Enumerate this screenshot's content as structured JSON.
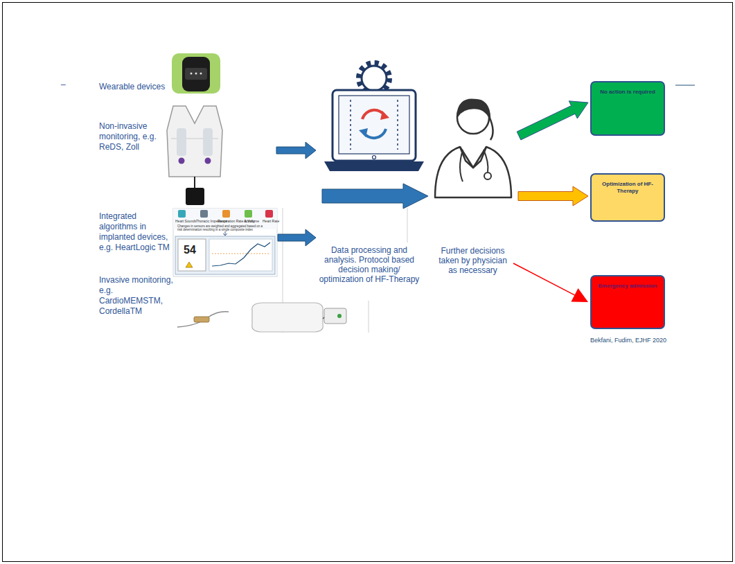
{
  "diagram": {
    "nodes": [
      {
        "text": [
          "Wearable devices"
        ]
      },
      {
        "text": [
          "Non-invasive monitoring, e.g. ReDS, Zoll"
        ]
      },
      {
        "text": [
          "Integrated algorithms in implanted devices, e.g. HeartLogic TM"
        ]
      },
      {
        "text": [
          "Invasive monitoring, e.g. CardioMEMSTM, CordellaTM"
        ]
      },
      {
        "text": [
          "Data processing and analysis. Protocol based decision making/ optimization of HF-Therapy"
        ]
      },
      {
        "text": [
          "Further decisions taken by physician as necessary"
        ]
      },
      {
        "text": [
          "No action is required"
        ]
      },
      {
        "text": [
          "Optimization of HF-Therapy"
        ]
      },
      {
        "text": [
          "Emergency admission"
        ]
      }
    ],
    "edges": [
      {
        "from": 1,
        "to": 4,
        "arrow": "to"
      },
      {
        "from": 2,
        "to": 4,
        "arrow": "to"
      },
      {
        "from": 4,
        "to": 5,
        "arrow": "to"
      },
      {
        "from": 5,
        "to": 6,
        "arrow": "to"
      },
      {
        "from": 5,
        "to": 7,
        "arrow": "to"
      },
      {
        "from": 5,
        "to": 8,
        "arrow": "to"
      }
    ],
    "labels": [
      "_",
      "Heart Sounds",
      "Thoracic Impedance",
      "Respiration Rate & Volume",
      "Activity",
      "Heart Rate",
      "Changes in sensors are weighted and aggregated based on a risk determination resulting in a single composite index",
      "54",
      "Bekfani, Fudim, EJHF 2020"
    ]
  }
}
